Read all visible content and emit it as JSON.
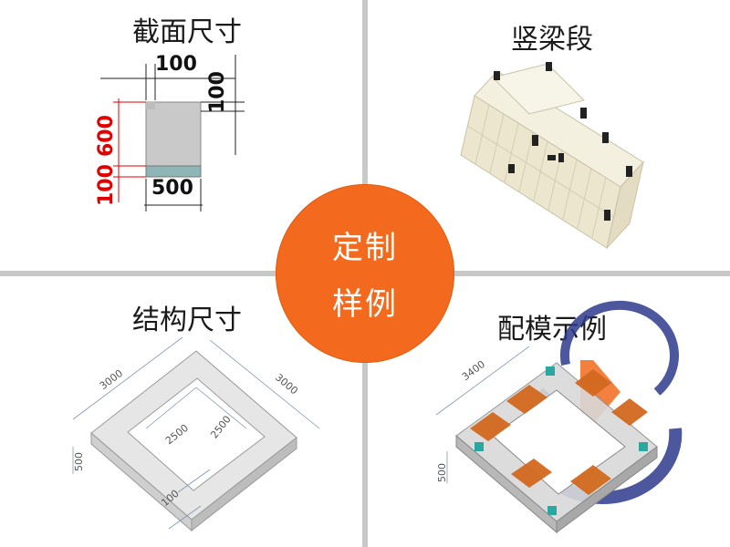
{
  "quadrants": {
    "section_size": {
      "title": "截面尺寸",
      "dims": {
        "top": "100",
        "right": "100",
        "left_upper": "600",
        "left_lower": "100",
        "bottom": "500"
      }
    },
    "vertical_beam": {
      "title": "竖梁段"
    },
    "structure_size": {
      "title": "结构尺寸",
      "dims": {
        "top_left": "3000",
        "top_right": "3000",
        "inner_a": "2500",
        "inner_b": "2500",
        "height": "500",
        "corner": "100"
      }
    },
    "formwork_example": {
      "title": "配模示例",
      "dims": {
        "length": "3400",
        "height": "500"
      }
    }
  },
  "center_badge": {
    "line1": "定制",
    "line2": "样例"
  },
  "colors": {
    "accent": "#f36a1e",
    "red_dim": "#e00000",
    "divider": "#c8c8c8"
  }
}
